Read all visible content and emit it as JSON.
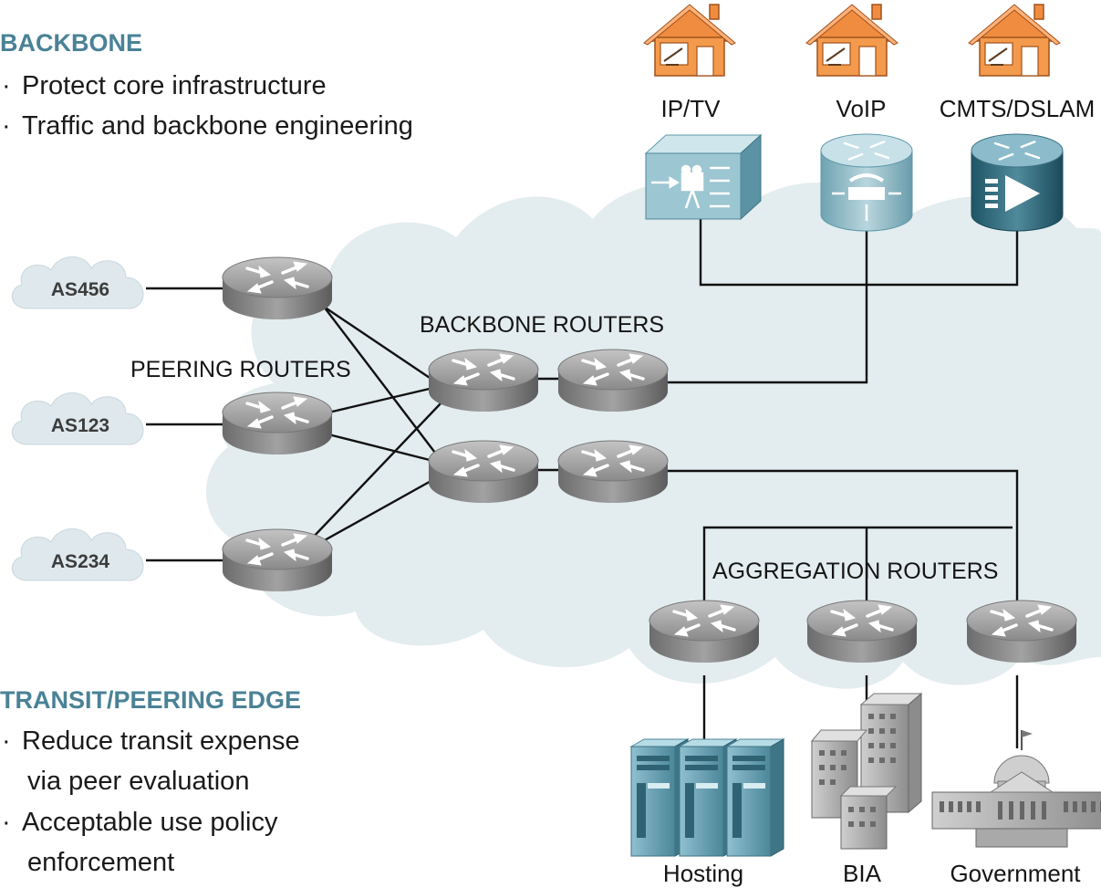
{
  "backbone": {
    "title": "BACKBONE",
    "bullets": [
      "Protect core infrastructure",
      "Traffic and backbone engineering"
    ]
  },
  "transit": {
    "title": "TRANSIT/PEERING EDGE",
    "bullets": [
      [
        "Reduce transit expense",
        "via peer evaluation"
      ],
      [
        "Acceptable use policy",
        "enforcement"
      ]
    ]
  },
  "clouds": [
    "AS456",
    "AS123",
    "AS234"
  ],
  "labels": {
    "peering": "PEERING ROUTERS",
    "backbone": "BACKBONE ROUTERS",
    "aggregation": "AGGREGATION ROUTERS"
  },
  "services": [
    "IP/TV",
    "VoIP",
    "CMTS/DSLAM"
  ],
  "customers": [
    "Hosting",
    "BIA",
    "Government"
  ],
  "colors": {
    "cloud": "#e3ecef",
    "router": "#8e8e8e",
    "house": "#ee8a3c",
    "device": "#5f9aab",
    "title": "#4a8296"
  }
}
